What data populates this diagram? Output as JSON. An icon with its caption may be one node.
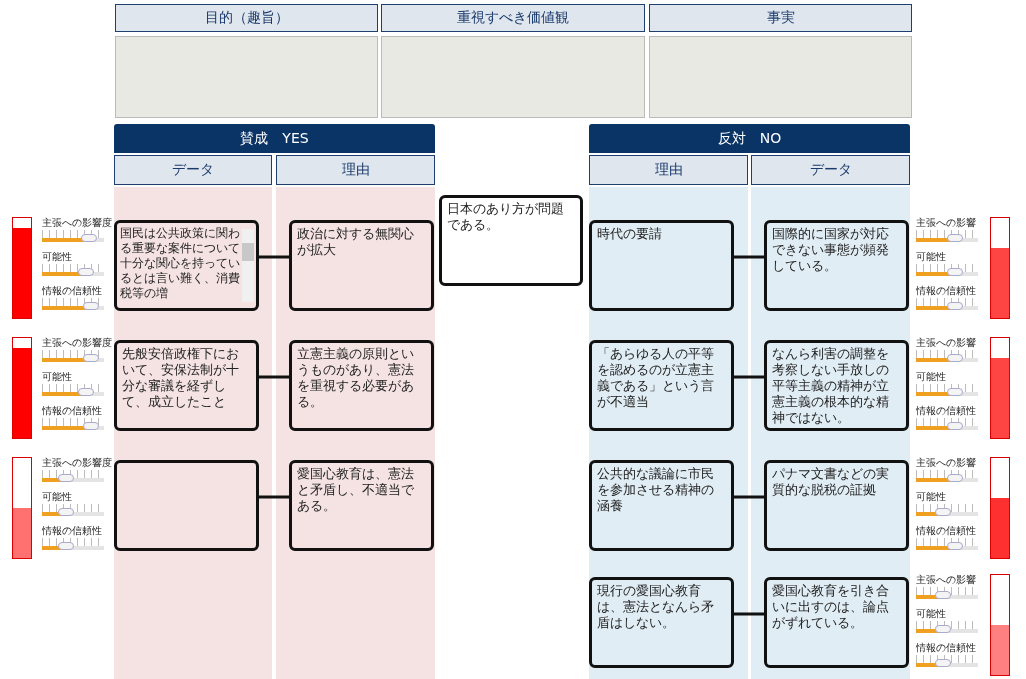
{
  "diagram": {
    "nodes": [
      {
        "text": [
          "目的（趣旨）"
        ]
      },
      {
        "text": [
          "重視すべき価値観"
        ]
      },
      {
        "text": [
          "事実"
        ]
      },
      {
        "text": [
          "賛成　YES"
        ]
      },
      {
        "text": [
          "反対　NO"
        ]
      },
      {
        "text": [
          "データ"
        ]
      },
      {
        "text": [
          "理由"
        ]
      },
      {
        "text": [
          "理由"
        ]
      },
      {
        "text": [
          "データ"
        ]
      },
      {
        "text": [
          "国民は公共政策に関わる重要な案件について十分な関心を持っているとは言い難く、消費税等の増"
        ]
      },
      {
        "text": [
          "政治に対する無関心が拡大"
        ]
      },
      {
        "text": [
          "日本のあり方が問題である。"
        ]
      },
      {
        "text": [
          "時代の要請"
        ]
      },
      {
        "text": [
          "国際的に国家が対応できない事態が頻発している。"
        ]
      },
      {
        "text": [
          "先般安倍政権下において、安保法制が十分な審議を経ずして、成立したこと"
        ]
      },
      {
        "text": [
          "立憲主義の原則というものがあり、憲法を重視する必要がある。"
        ]
      },
      {
        "text": [
          "「あらゆる人の平等を認めるのが立憲主義である」という言が不適当"
        ]
      },
      {
        "text": [
          "なんら利害の調整を考察しない手放しの平等主義の精神が立憲主義の根本的な精神ではない。"
        ]
      },
      {
        "text": [],
        "shape": "box"
      },
      {
        "text": [
          "愛国心教育は、憲法と矛盾し、不適当である。"
        ]
      },
      {
        "text": [
          "公共的な議論に市民を参加させる精神の涵養"
        ]
      },
      {
        "text": [
          "パナマ文書などの実質的な脱税の証拠"
        ]
      },
      {
        "text": [
          "現行の愛国心教育は、憲法となんら矛盾はしない。"
        ]
      },
      {
        "text": [
          "愛国心教育を引き合いに出すのは、論点がずれている。"
        ]
      },
      {
        "text": [],
        "shape": "bar"
      },
      {
        "text": [],
        "shape": "bar"
      },
      {
        "text": [],
        "shape": "bar"
      },
      {
        "text": [],
        "shape": "bar"
      },
      {
        "text": [],
        "shape": "bar"
      },
      {
        "text": [],
        "shape": "bar"
      },
      {
        "text": [],
        "shape": "bar"
      }
    ],
    "edges": [
      {
        "from": 9,
        "to": 10,
        "arrow": "none"
      },
      {
        "from": 13,
        "to": 12,
        "arrow": "none"
      },
      {
        "from": 14,
        "to": 15,
        "arrow": "none"
      },
      {
        "from": 17,
        "to": 16,
        "arrow": "none"
      },
      {
        "from": 18,
        "to": 19,
        "arrow": "none"
      },
      {
        "from": 21,
        "to": 20,
        "arrow": "none"
      },
      {
        "from": 23,
        "to": 22,
        "arrow": "none"
      }
    ],
    "labels": [
      "主張への影響度",
      "可能性",
      "情報の信頼性",
      "主張への影響",
      "可能性",
      "情報の信頼性",
      "主張への影響度",
      "可能性",
      "情報の信頼性",
      "主張への影響",
      "可能性",
      "情報の信頼性",
      "主張への影響度",
      "可能性",
      "情報の信頼性",
      "主張への影響",
      "可能性",
      "情報の信頼性",
      "主張への影響",
      "可能性",
      "情報の信頼性"
    ]
  }
}
